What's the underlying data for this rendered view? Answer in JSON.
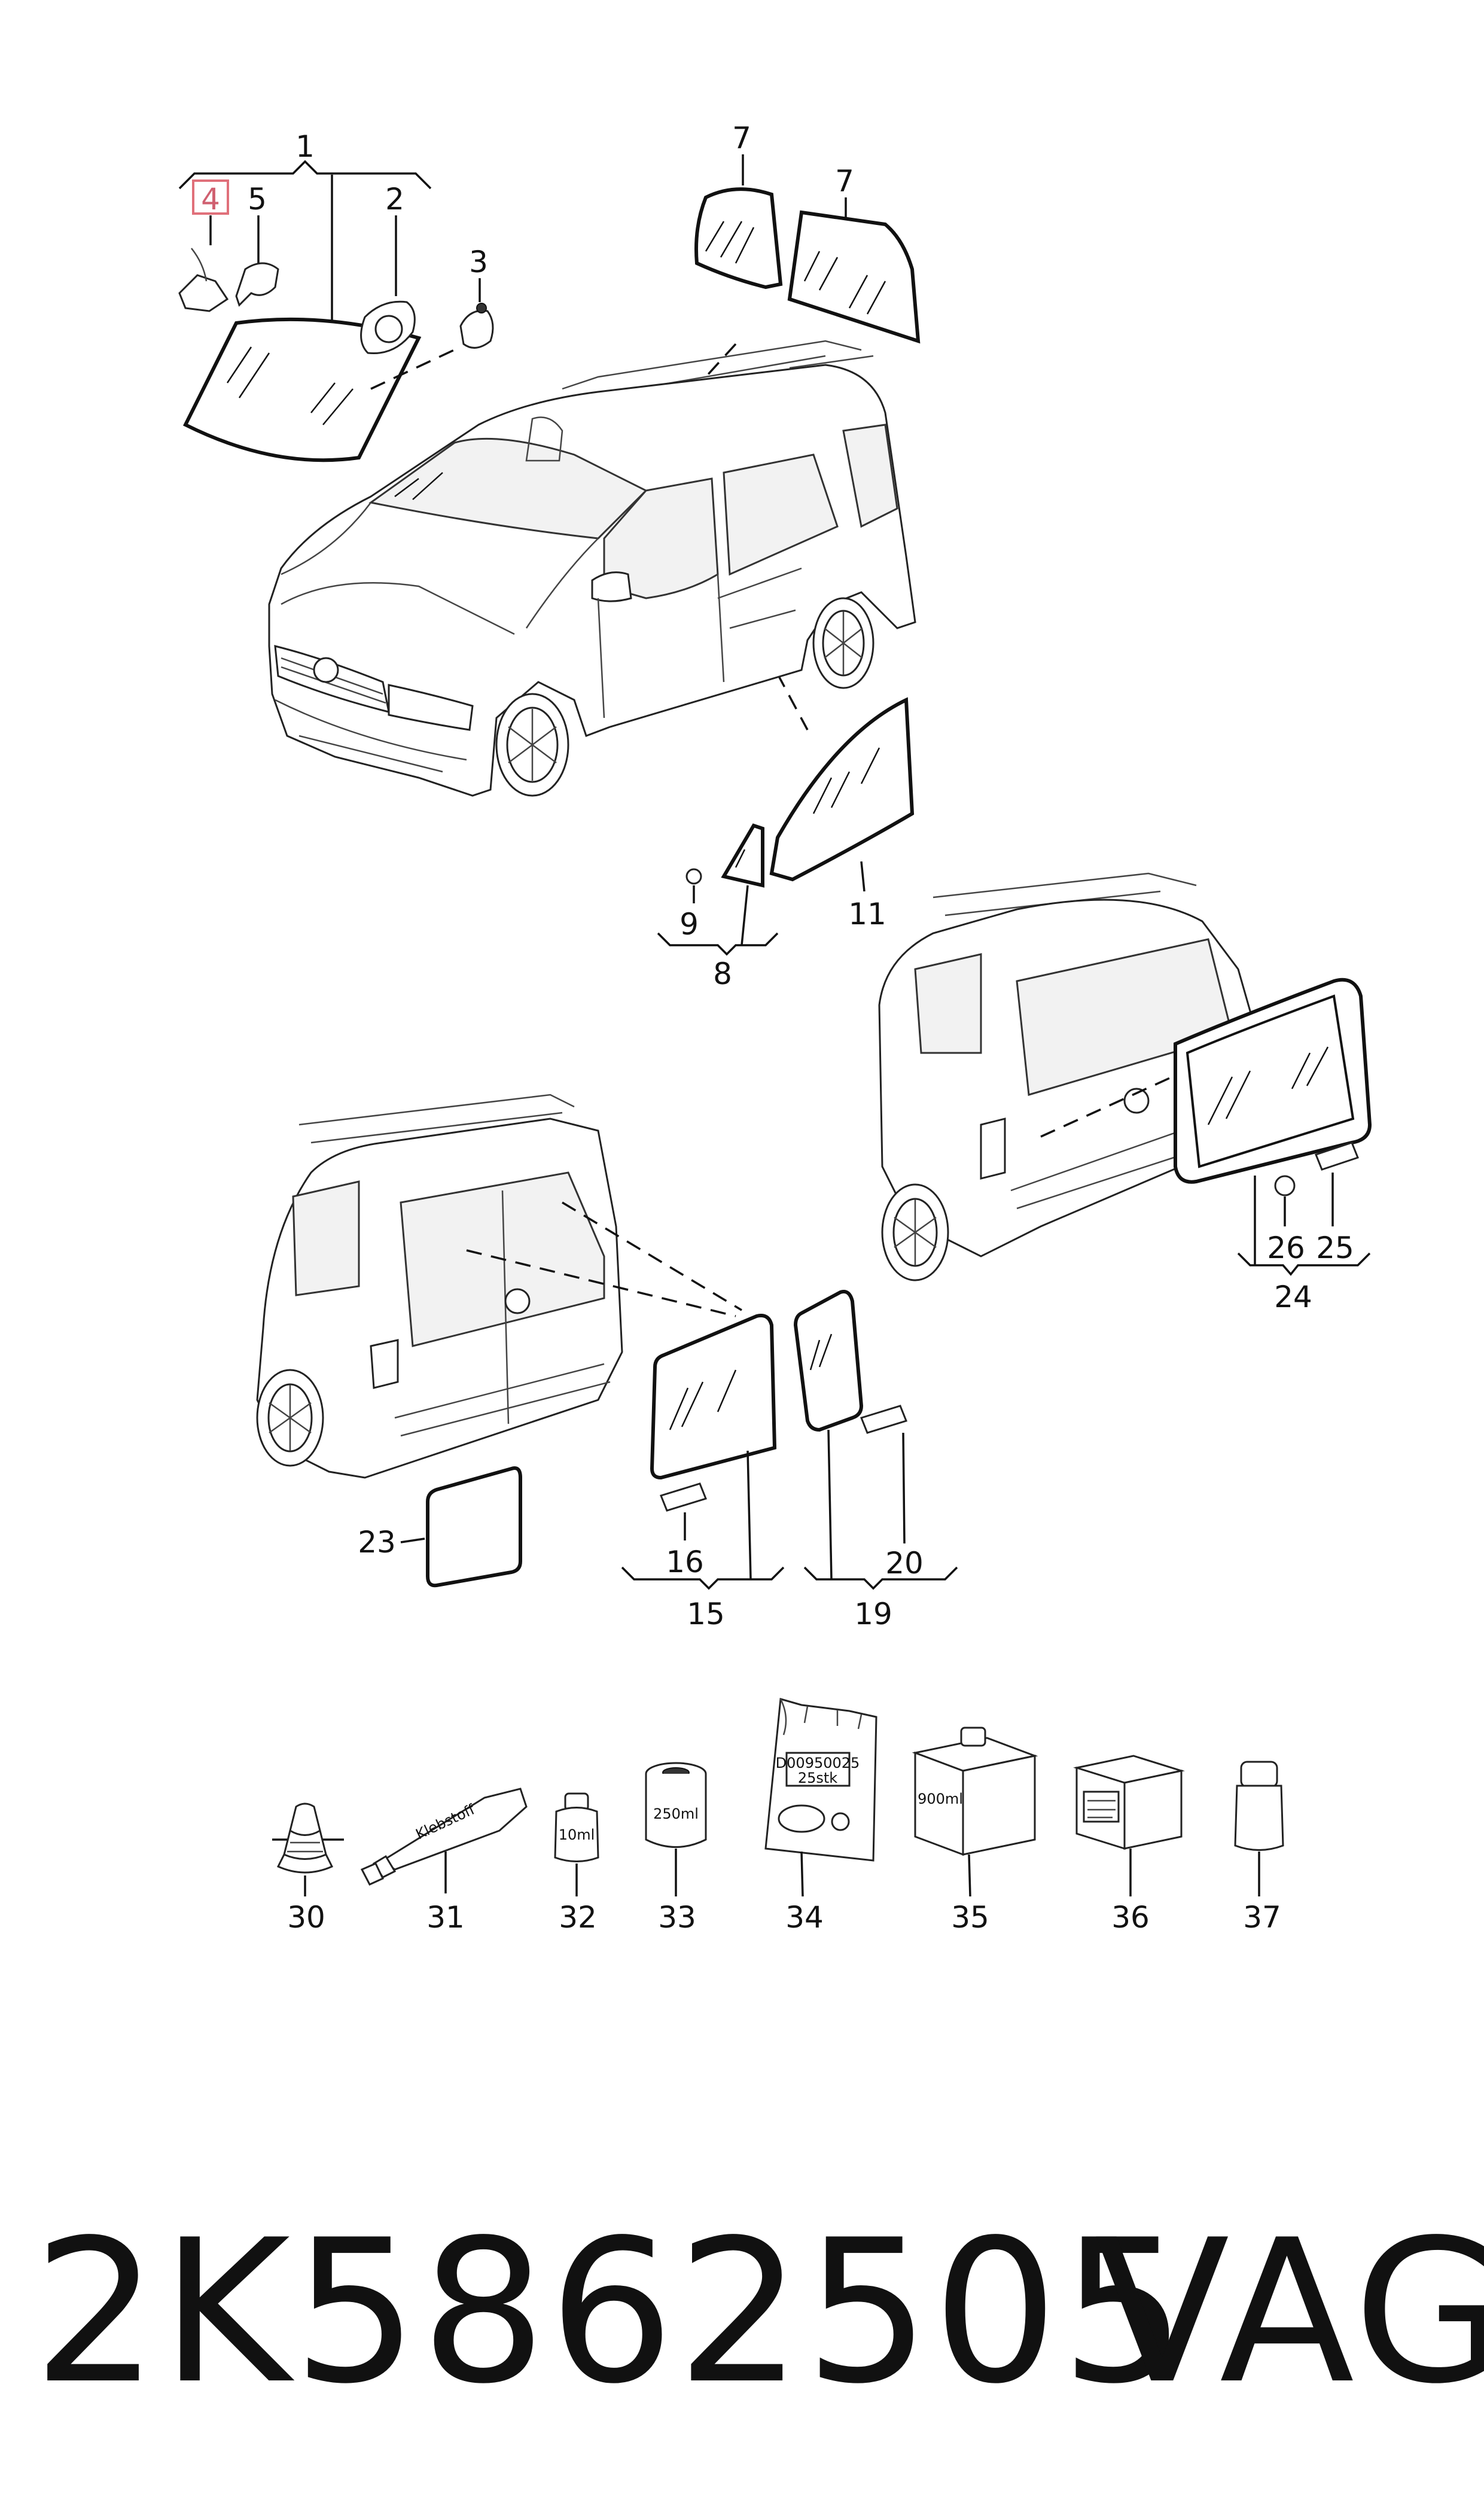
{
  "callouts": {
    "c1": "1",
    "c2": "2",
    "c3": "3",
    "c4": "4",
    "c5": "5",
    "c7a": "7",
    "c7b": "7",
    "c8": "8",
    "c9": "9",
    "c11": "11",
    "c15": "15",
    "c16": "16",
    "c19": "19",
    "c20": "20",
    "c23": "23",
    "c24": "24",
    "c25": "25",
    "c26": "26",
    "c30": "30",
    "c31": "31",
    "c32": "32",
    "c33": "33",
    "c34": "34",
    "c35": "35",
    "c36": "36",
    "c37": "37"
  },
  "highlighted_callout": "4",
  "accessory_labels": {
    "tube": "Klebstoff",
    "bottle_small": "10ml",
    "can": "250ml",
    "bag_line1": "D00950025",
    "bag_line2": "25stk",
    "box_large": "900ml"
  },
  "footer": {
    "part_number": "2K5862505",
    "brand": "VAG"
  },
  "colors": {
    "line": "#111111",
    "highlight": "#e0707a",
    "background": "#ffffff"
  }
}
